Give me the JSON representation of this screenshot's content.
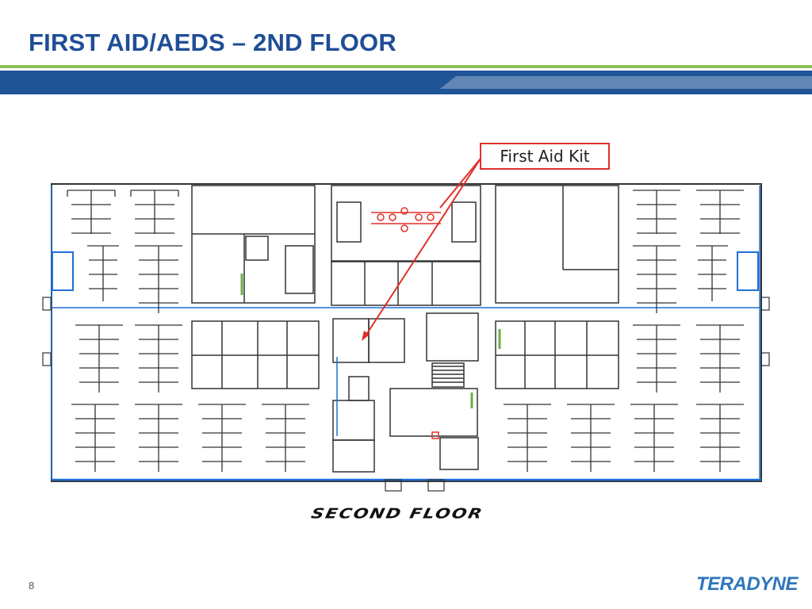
{
  "slide": {
    "title": "FIRST AID/AEDS – 2ND FLOOR",
    "page_number": "8"
  },
  "map": {
    "callout_label": "First Aid Kit",
    "floor_label": "SECOND FLOOR"
  },
  "brand": {
    "logo_text": "TERADYNE"
  },
  "colors": {
    "title": "#1f4e96",
    "band_dark": "#1f5496",
    "band_green": "#8cc152",
    "walls": "#333333",
    "exterior_blue": "#1e6fd9",
    "callout_red": "#e0302a",
    "logo": "#2f76bd"
  }
}
